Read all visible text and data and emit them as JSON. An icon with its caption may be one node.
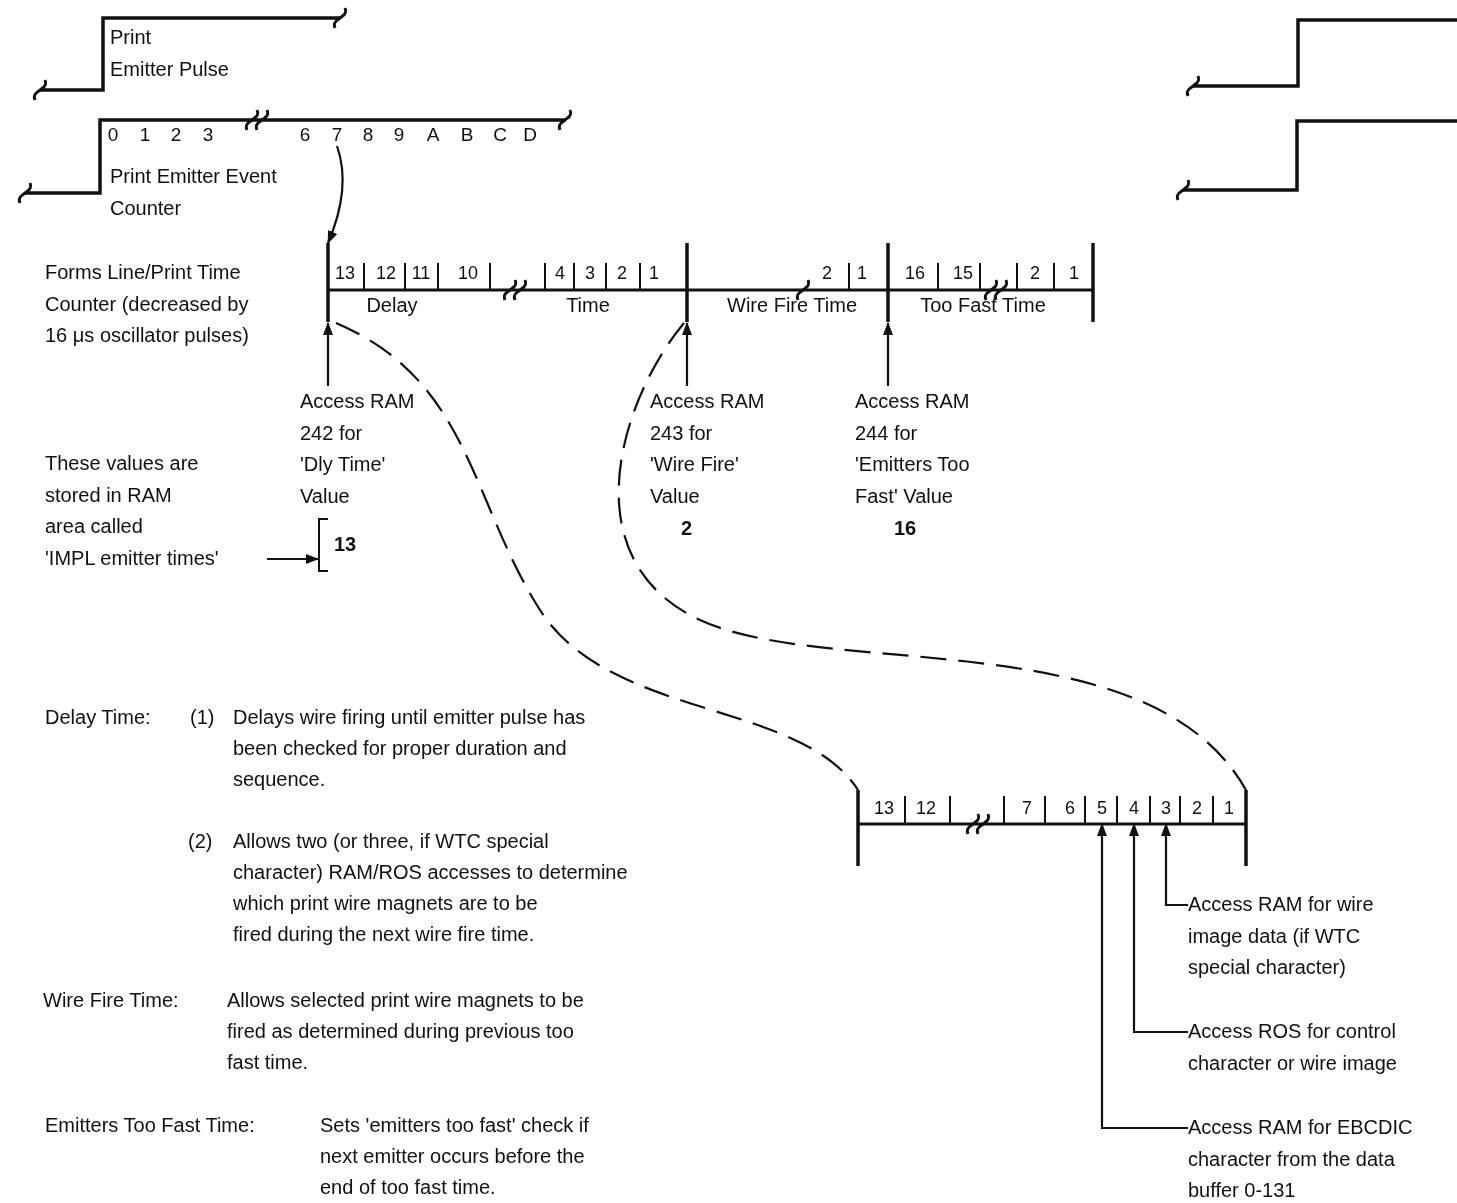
{
  "diagram": {
    "nodes": [
      {
        "text": [
          "7"
        ]
      },
      {
        "text": [
          "13",
          "12",
          "11",
          "10",
          "4",
          "3",
          "2",
          "1",
          "Delay",
          "Time",
          "2",
          "1",
          "Wire Fire Time",
          "16",
          "15",
          "2",
          "1",
          "Too Fast Time"
        ]
      },
      {
        "text": [
          "Access RAM 242 for 'Dly Time' Value"
        ]
      },
      {
        "text": [
          "Access RAM 243 for 'Wire Fire' Value"
        ],
        "beside": [
          "2"
        ]
      },
      {
        "text": [
          "Access RAM 244 for 'Emitters Too Fast' Value"
        ],
        "beside": [
          "16"
        ]
      },
      {
        "text": [
          "These values are stored in RAM area called 'IMPL emitter times'"
        ]
      },
      {
        "text": [
          "13"
        ]
      },
      {
        "text": [
          "13",
          "12",
          "7",
          "6",
          "2",
          "1"
        ]
      },
      {
        "text": [
          "5"
        ],
        "in": 7
      },
      {
        "text": [
          "4"
        ],
        "in": 7
      },
      {
        "text": [
          "3"
        ],
        "in": 7
      },
      {
        "text": [
          "Access RAM for wire image data (if WTC special character)"
        ]
      },
      {
        "text": [
          "Access ROS for control character or wire image"
        ]
      },
      {
        "text": [
          "Access RAM for EBCDIC character from the data buffer 0-131"
        ]
      }
    ],
    "edges": [
      {
        "from": 0,
        "to": 1,
        "arrow": "to"
      },
      {
        "from": 2,
        "to": 1,
        "arrow": "to"
      },
      {
        "from": 3,
        "to": 1,
        "arrow": "to"
      },
      {
        "from": 4,
        "to": 1,
        "arrow": "to"
      },
      {
        "from": 5,
        "to": 6,
        "arrow": "to"
      },
      {
        "from": 1,
        "to": 7,
        "arrow": "none",
        "style": "dashed"
      },
      {
        "from": 1,
        "to": 7,
        "arrow": "none",
        "style": "dashed"
      },
      {
        "from": 11,
        "to": 10,
        "arrow": "to"
      },
      {
        "from": 12,
        "to": 9,
        "arrow": "to"
      },
      {
        "from": 13,
        "to": 8,
        "arrow": "to"
      }
    ],
    "labels": [
      "Print Emitter Pulse",
      "0",
      "1",
      "2",
      "3",
      "6",
      "8",
      "9",
      "A",
      "B",
      "C",
      "D",
      "Print Emitter Event Counter",
      "Forms Line/Print Time Counter (decreased by 16 μs oscillator pulses)",
      "Delay Time:",
      "(1)",
      "Delays wire firing until emitter pulse has been checked for proper duration and sequence.",
      "(2)",
      "Allows two (or three, if WTC special character) RAM/ROS accesses to determine which print wire magnets are to be fired during the next wire fire time.",
      "Wire Fire Time:",
      "Allows selected print wire magnets to be fired as determined during previous too fast time.",
      "Emitters Too Fast Time:",
      "Sets 'emitters too fast' check if next emitter occurs before the end of too fast time."
    ]
  }
}
